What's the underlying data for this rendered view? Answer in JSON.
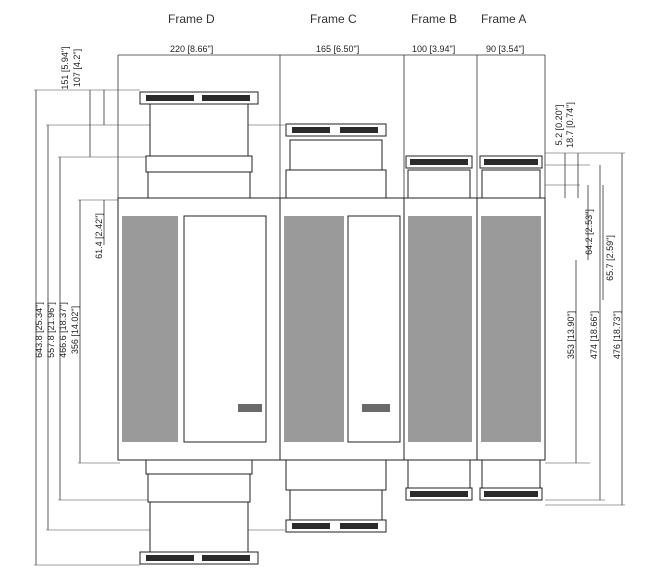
{
  "frames": [
    {
      "id": "D",
      "title": "Frame D",
      "width_label": "220 [8.66\"]"
    },
    {
      "id": "C",
      "title": "Frame C",
      "width_label": "165 [6.50\"]"
    },
    {
      "id": "B",
      "title": "Frame B",
      "width_label": "100 [3.94\"]"
    },
    {
      "id": "A",
      "title": "Frame A",
      "width_label": "90 [3.54\"]"
    }
  ],
  "left_dims": [
    "643.8 [25.34\"]",
    "557.8 [21.96\"]",
    "466.6 [18.37\"]",
    "356 [14.02\"]",
    "61.4 [2.42\"]",
    "151 [5.94\"]",
    "107 [4.2\"]"
  ],
  "right_dims": [
    "5.2 [0.20\"]",
    "18.7 [0.74\"]",
    "64.2 [2.53\"]",
    "65.7 [2.59\"]",
    "353 [13.90\"]",
    "474 [18.66\"]",
    "476 [18.73\"]"
  ]
}
